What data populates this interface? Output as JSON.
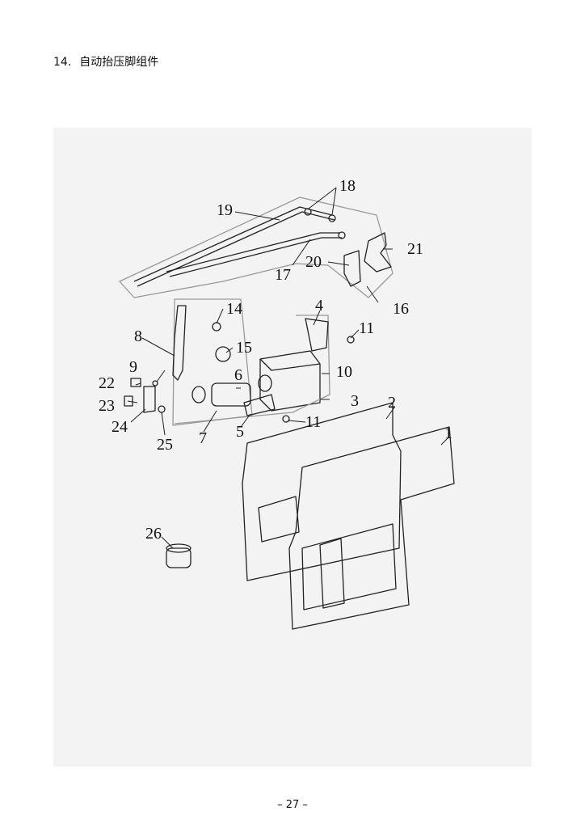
{
  "section": {
    "number": "14.",
    "title": "自动抬压脚组件"
  },
  "diagram": {
    "callouts": [
      "1",
      "2",
      "3",
      "4",
      "5",
      "6",
      "7",
      "8",
      "9",
      "10",
      "11",
      "11",
      "14",
      "15",
      "16",
      "17",
      "18",
      "19",
      "20",
      "21",
      "22",
      "23",
      "24",
      "25",
      "26"
    ]
  },
  "footer": {
    "page_number": "– 27 –"
  }
}
